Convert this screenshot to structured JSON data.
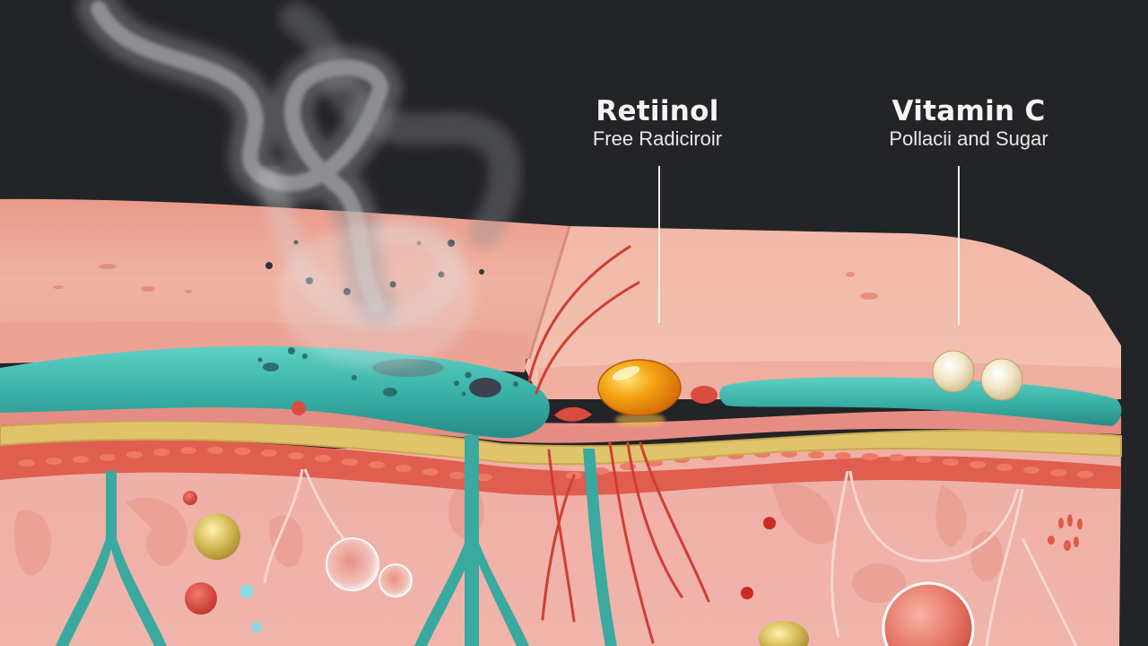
{
  "diagram": {
    "subject": "Skin cross-section illustration",
    "colors": {
      "background": "#232427",
      "epidermis": "#eba89a",
      "dermis": "#eeaea6",
      "teal_vessel": "#3fb3aa",
      "yellow_layer": "#e1c56e",
      "red_layer": "#e2665a",
      "smoke": "#c9c9c9",
      "capsule_orange": "#f29a10",
      "pearl": "#f2e6c4"
    },
    "labels": [
      {
        "title": "Retiinol",
        "subtitle": "Free Radiciroir"
      },
      {
        "title": "Vitamin C",
        "subtitle": "Pollacii and Sugar"
      }
    ],
    "elements": [
      "smoke-plume",
      "pollution-particles",
      "epidermis-layer",
      "teal-vessel",
      "yellow-fat-layer",
      "red-capillary-layer",
      "orange-retinol-capsule",
      "vitamin-c-pearls",
      "dermis-layer",
      "nerve-fibers",
      "cells"
    ]
  }
}
